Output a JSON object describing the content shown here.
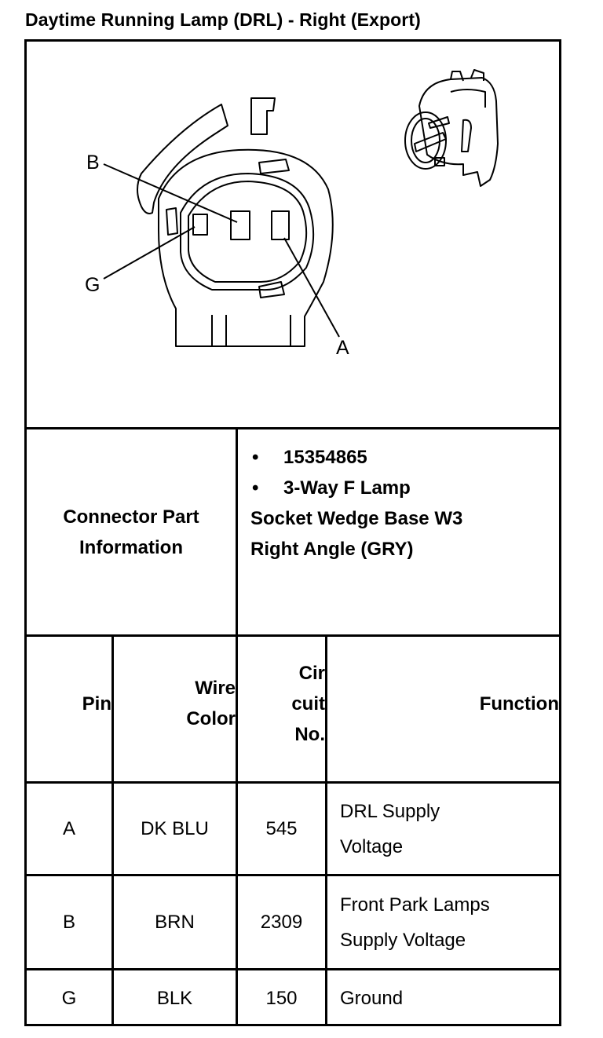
{
  "title": "Daytime Running Lamp (DRL) - Right (Export)",
  "diagram": {
    "pin_labels": {
      "a": "A",
      "b": "B",
      "g": "G"
    }
  },
  "connector_info": {
    "label_line1": "Connector Part",
    "label_line2": "Information",
    "bullet_glyph": "•",
    "bullets": [
      "15354865",
      "3-Way F Lamp"
    ],
    "extra_lines": [
      "Socket Wedge Base W3",
      "Right Angle (GRY)"
    ]
  },
  "table": {
    "headers": {
      "pin": "Pin",
      "wire_color_1": "Wire",
      "wire_color_2": "Color",
      "circuit_1": "Cir",
      "circuit_2": "cuit",
      "circuit_3": "No.",
      "function": "Function"
    },
    "rows": [
      {
        "pin": "A",
        "wire_color": "DK BLU",
        "circuit": "545",
        "function_1": "DRL Supply",
        "function_2": "Voltage"
      },
      {
        "pin": "B",
        "wire_color": "BRN",
        "circuit": "2309",
        "function_1": "Front Park Lamps",
        "function_2": "Supply Voltage"
      },
      {
        "pin": "G",
        "wire_color": "BLK",
        "circuit": "150",
        "function_1": "Ground",
        "function_2": ""
      }
    ]
  }
}
